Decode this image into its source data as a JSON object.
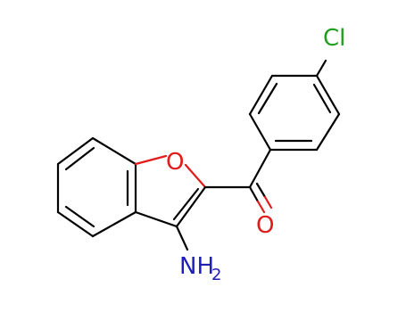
{
  "atoms": {
    "chlorine": {
      "label": "Cl",
      "color": "#1f9e1f"
    },
    "ring_oxygen": {
      "label": "O",
      "color": "#e21b1b"
    },
    "carbonyl_oxygen": {
      "label": "O",
      "color": "#e21b1b"
    },
    "amine": {
      "label": "NH",
      "subscript": "2",
      "color": "#1f1fb8"
    }
  },
  "colors": {
    "bond": "#000000",
    "background": "#ffffff"
  }
}
